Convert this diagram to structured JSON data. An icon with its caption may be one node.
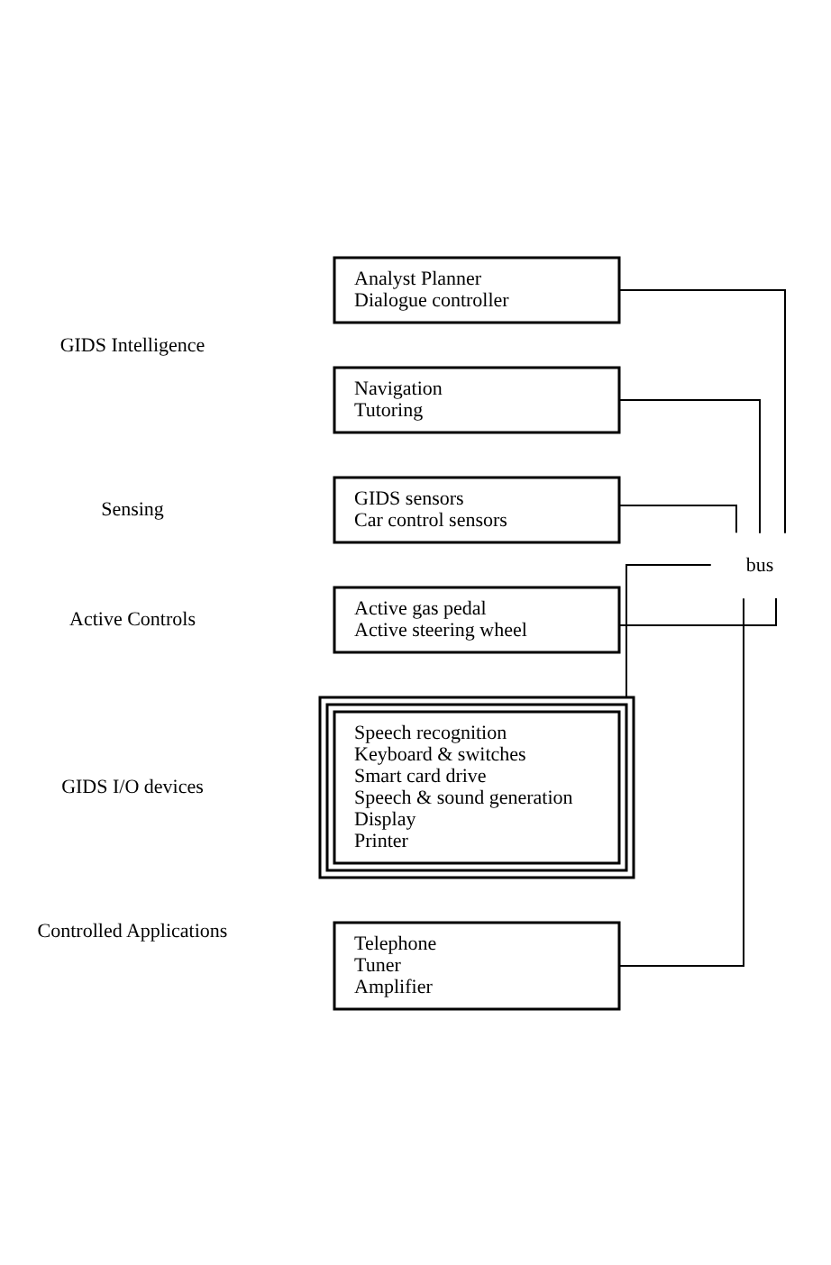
{
  "diagram": {
    "nodes": [
      {
        "text": [
          "Analyst Planner",
          "Dialogue controller"
        ]
      },
      {
        "text": [
          "Navigation",
          "Tutoring"
        ]
      },
      {
        "text": [
          "GIDS sensors",
          "Car control sensors"
        ]
      },
      {
        "text": [
          "Active gas pedal",
          "Active steering wheel"
        ]
      },
      {
        "text": [
          "Speech recognition",
          "Keyboard & switches",
          "Smart card drive",
          "Speech & sound generation",
          "Display",
          "Printer"
        ]
      },
      {
        "text": [
          "Telephone",
          "Tuner",
          "Amplifier"
        ]
      },
      {
        "text": [
          "bus"
        ]
      }
    ],
    "edges": [
      {
        "from": 0,
        "to": 6,
        "arrow": "none"
      },
      {
        "from": 1,
        "to": 6,
        "arrow": "none"
      },
      {
        "from": 2,
        "to": 6,
        "arrow": "none"
      },
      {
        "from": 3,
        "to": 6,
        "arrow": "none"
      },
      {
        "from": 4,
        "to": 6,
        "arrow": "none"
      },
      {
        "from": 5,
        "to": 6,
        "arrow": "none"
      }
    ],
    "labels": [
      "GIDS Intelligence",
      "Sensing",
      "Active Controls",
      "GIDS I/O devices",
      "Controlled Applications"
    ]
  }
}
